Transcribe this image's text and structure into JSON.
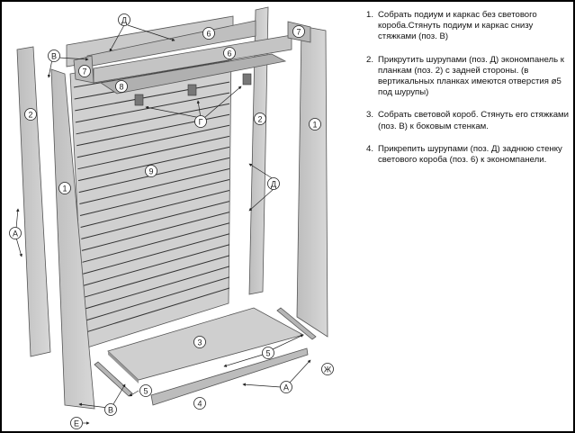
{
  "instructions": [
    {
      "num": "1.",
      "text": "Собрать подиум и каркас без светового короба.Стянуть подиум и каркас снизу стяжками (поз. В)"
    },
    {
      "num": "2.",
      "text": "Прикрутить шурупами (поз. Д) экономпанель к планкам (поз. 2) с задней стороны. (в вертикальных планках имеются отверстия ø5 под шурупы)"
    },
    {
      "num": "3.",
      "text": "Собрать световой короб. Стянуть его стяжками (поз. В) к боковым стенкам."
    },
    {
      "num": "4.",
      "text": "Прикрепить шурупами (поз. Д) заднюю стенку светового короба (поз. 6) к экономпанели."
    }
  ],
  "labels": {
    "p1": "1",
    "p2": "2",
    "p3": "3",
    "p4": "4",
    "p5": "5",
    "p6": "6",
    "p7": "7",
    "p8": "8",
    "p9": "9",
    "A": "А",
    "V": "В",
    "G": "Г",
    "D": "Д",
    "E": "Е",
    "Zh": "Ж"
  },
  "colors": {
    "wood": "#c8c8c8",
    "wood_dark": "#9a9a9a",
    "outline": "#444444"
  }
}
